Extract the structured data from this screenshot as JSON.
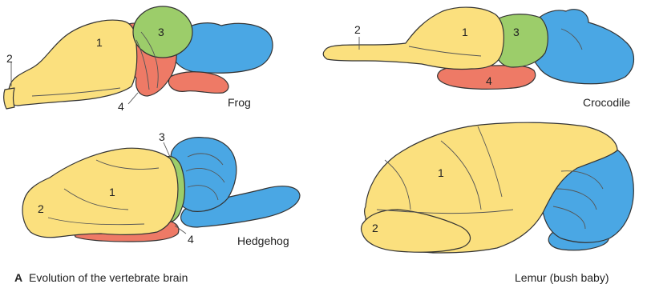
{
  "caption": {
    "letter": "A",
    "text": "Evolution of the vertebrate brain"
  },
  "colors": {
    "region_1": "#fbe07e",
    "region_2": "#fbe07e",
    "region_3": "#9ccd6a",
    "region_4": "#ee7a66",
    "cerebellum": "#4aa7e4",
    "outline": "#333333"
  },
  "brains": [
    {
      "species": "Frog",
      "labels": [
        "1",
        "2",
        "3",
        "4"
      ]
    },
    {
      "species": "Crocodile",
      "labels": [
        "1",
        "2",
        "3",
        "4"
      ]
    },
    {
      "species": "Hedgehog",
      "labels": [
        "1",
        "2",
        "3",
        "4"
      ]
    },
    {
      "species": "Lemur (bush baby)",
      "labels": [
        "1",
        "2"
      ]
    }
  ]
}
